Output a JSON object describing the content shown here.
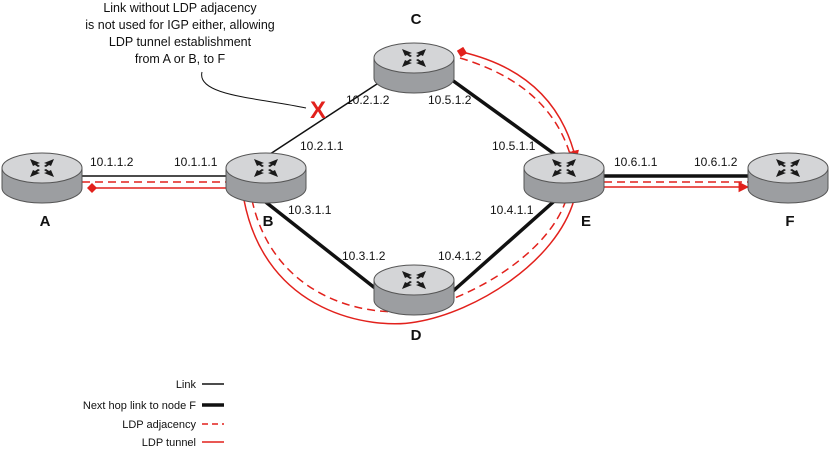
{
  "colors": {
    "tunnel": "#e2211c",
    "link": "#111111",
    "router_body": "#a7a9ab",
    "router_top": "#d8d9da"
  },
  "note": {
    "lines": [
      "Link without LDP adjacency",
      "is not used for IGP either, allowing",
      "LDP tunnel establishment",
      "from A or B, to F"
    ],
    "mark": "X"
  },
  "nodes": {
    "A": "A",
    "B": "B",
    "C": "C",
    "D": "D",
    "E": "E",
    "F": "F"
  },
  "addresses": {
    "a_b_a": "10.1.1.2",
    "a_b_b": "10.1.1.1",
    "b_c_b": "10.2.1.1",
    "b_c_c": "10.2.1.2",
    "c_e_c": "10.5.1.2",
    "c_e_e": "10.5.1.1",
    "b_d_b": "10.3.1.1",
    "b_d_d": "10.3.1.2",
    "d_e_d": "10.4.1.2",
    "d_e_e": "10.4.1.1",
    "e_f_e": "10.6.1.1",
    "e_f_f": "10.6.1.2"
  },
  "legend": {
    "link": "Link",
    "next_hop": "Next hop link to node F",
    "ldp_adjacency": "LDP adjacency",
    "ldp_tunnel": "LDP tunnel"
  }
}
